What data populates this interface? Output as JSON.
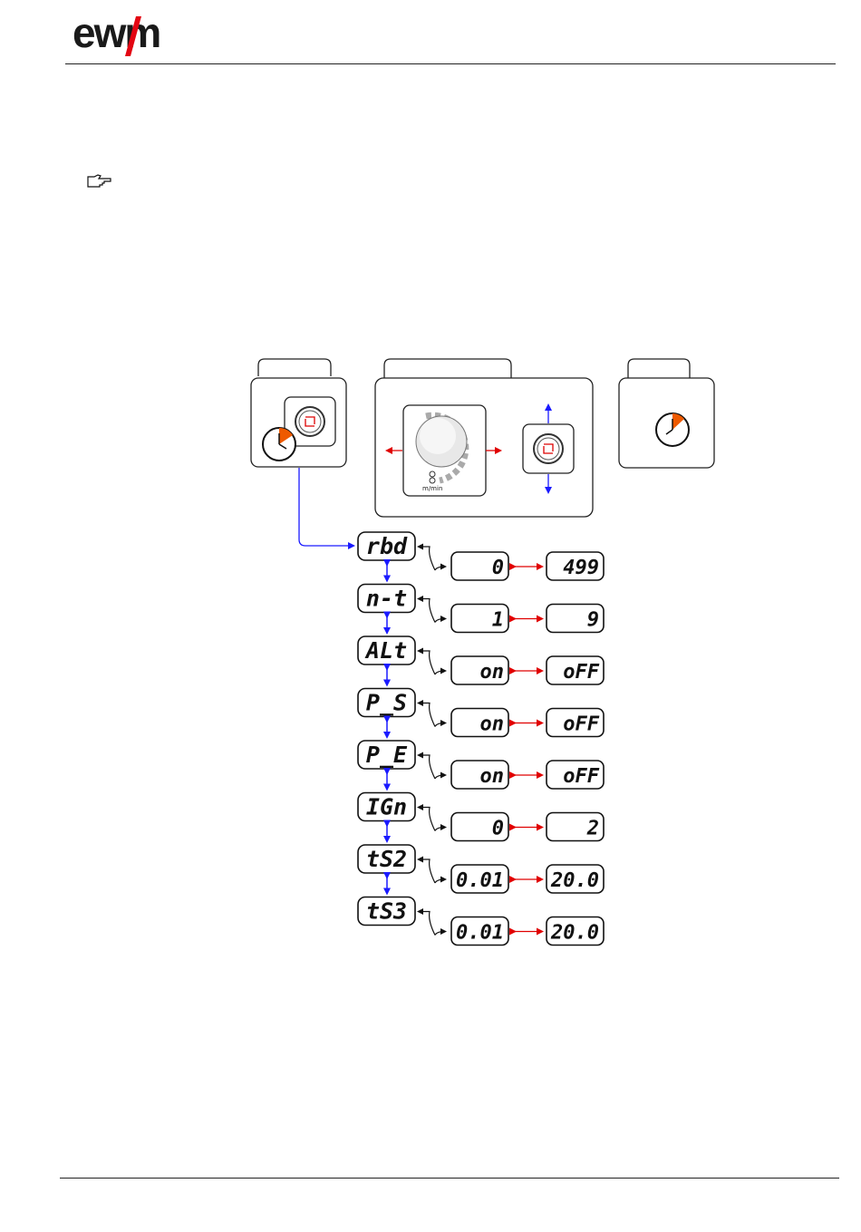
{
  "header": {
    "logo_text": "ewm",
    "accent_color": "#e30613"
  },
  "note_icon": "pointing-hand-icon",
  "colors": {
    "navigate_arrow": "#1a1aff",
    "value_arrow": "#e00000",
    "link_arrow": "#111111",
    "clock_accent": "#ee5a00"
  },
  "control_panel": {
    "knob_unit": "m/min"
  },
  "parameters": [
    {
      "code": "rbd",
      "min": "0",
      "max": "499"
    },
    {
      "code": "n-t",
      "min": "1",
      "max": "9"
    },
    {
      "code": "ALt",
      "min": "on",
      "max": "oFF"
    },
    {
      "code": "P_S",
      "min": "on",
      "max": "oFF"
    },
    {
      "code": "P_E",
      "min": "on",
      "max": "oFF"
    },
    {
      "code": "IGn",
      "min": "0",
      "max": "2"
    },
    {
      "code": "tS2",
      "min": "0.01",
      "max": "20.0"
    },
    {
      "code": "tS3",
      "min": "0.01",
      "max": "20.0"
    }
  ]
}
